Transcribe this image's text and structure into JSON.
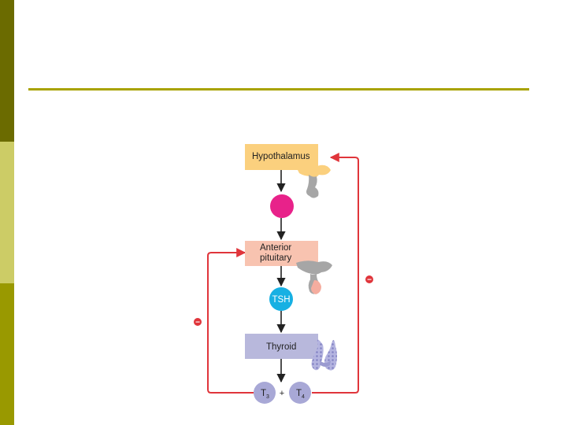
{
  "colors": {
    "sidebar_top": "#6b6b00",
    "sidebar_mid": "#cccc66",
    "sidebar_bottom": "#999900",
    "title_rule": "#a8a200",
    "hypothalamus_box": "#fbd07e",
    "pituitary_box": "#f8c3b0",
    "thyroid_box": "#b8b8dc",
    "trh_circle": "#e8228a",
    "tsh_circle": "#17b0e3",
    "hormone_circle": "#a8a8d6",
    "feedback_line": "#e0353b",
    "arrow": "#222222",
    "gland_gray": "#a6a6a6",
    "gland_peach": "#f5ad9f",
    "thyroid_gland": "#9a9ad0"
  },
  "diagram": {
    "hypothalamus_label": "Hypothalamus",
    "pituitary_label_line1": "Anterior",
    "pituitary_label_line2": "pituitary",
    "tsh_label": "TSH",
    "thyroid_label": "Thyroid",
    "t3_label": "T",
    "t3_sub": "3",
    "plus_label": "+",
    "t4_label": "T",
    "t4_sub": "4",
    "feedback_sign_left": "−",
    "feedback_sign_right": "−"
  },
  "icons": [
    "hypothalamus-gland-icon",
    "pituitary-gland-icon",
    "thyroid-gland-icon"
  ]
}
